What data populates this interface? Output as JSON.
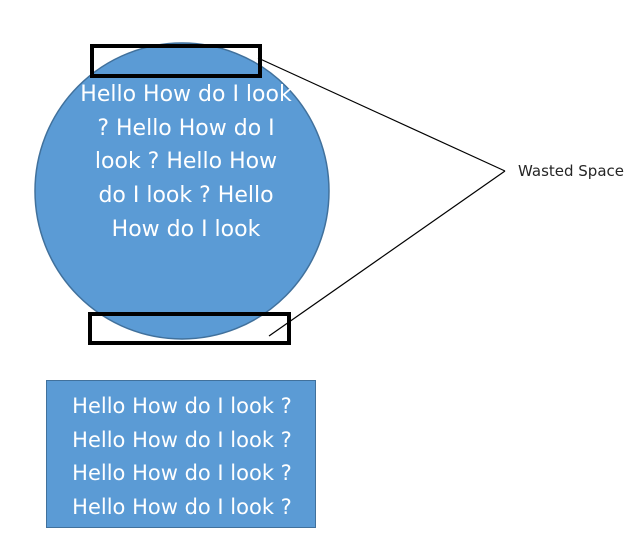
{
  "colors": {
    "shape_fill": "#5b9bd5",
    "shape_border": "#41719c",
    "highlight_box": "#000000",
    "callout_line": "#000000",
    "shape_text": "#ffffff",
    "label_text": "#262626"
  },
  "circle_shape": {
    "text": "Hello How do I look ? Hello How do I look ? Hello How do I look ? Hello How do I look"
  },
  "callout": {
    "label": "Wasted Space"
  },
  "rectangle_shape": {
    "lines": [
      "Hello How do I look ?",
      "Hello How do I look ?",
      "Hello How do I look ?",
      "Hello How do I look ?"
    ]
  }
}
